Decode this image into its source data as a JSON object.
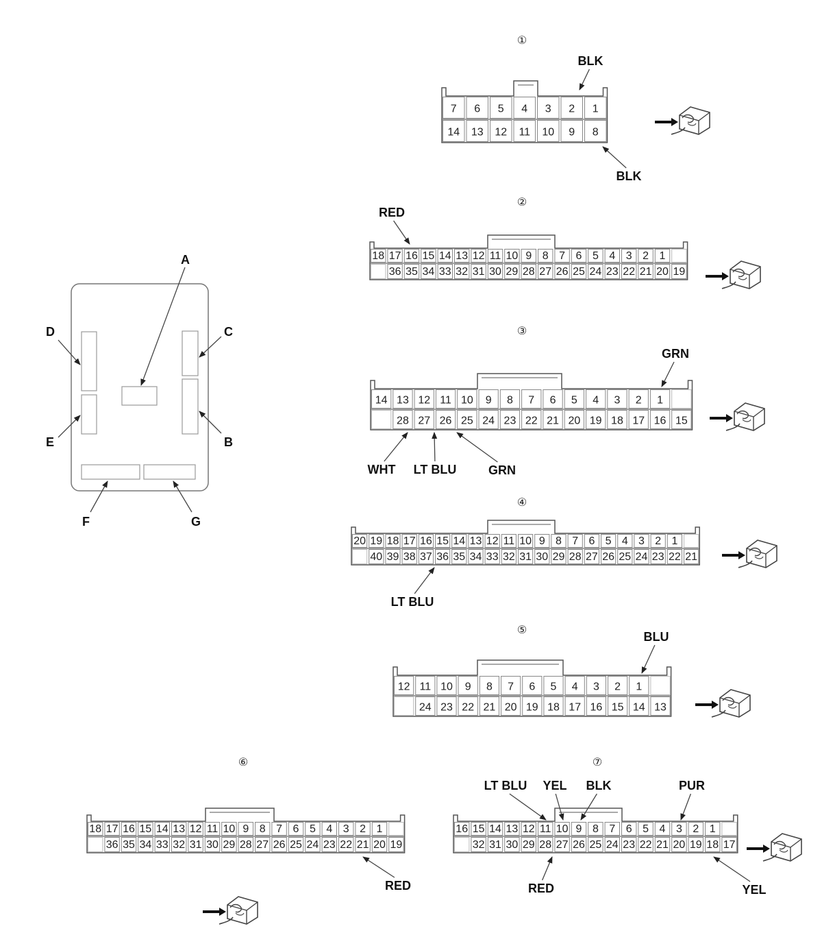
{
  "locator": {
    "labels": {
      "A": "A",
      "B": "B",
      "C": "C",
      "D": "D",
      "E": "E",
      "F": "F",
      "G": "G"
    }
  },
  "connectors": [
    {
      "id": "①",
      "top_row": [
        "7",
        "6",
        "5",
        "4",
        "3",
        "2",
        "1"
      ],
      "bottom_row": [
        "14",
        "13",
        "12",
        "11",
        "10",
        "9",
        "8"
      ],
      "wires": [
        {
          "pin": "2",
          "color": "BLK"
        },
        {
          "pin": "8",
          "color": "BLK"
        }
      ]
    },
    {
      "id": "②",
      "top_row": [
        "18",
        "17",
        "16",
        "15",
        "14",
        "13",
        "12",
        "11",
        "10",
        "9",
        "8",
        "7",
        "6",
        "5",
        "4",
        "3",
        "2",
        "1",
        ""
      ],
      "bottom_row": [
        "",
        "36",
        "35",
        "34",
        "33",
        "32",
        "31",
        "30",
        "29",
        "28",
        "27",
        "26",
        "25",
        "24",
        "23",
        "22",
        "21",
        "20",
        "19"
      ],
      "wires": [
        {
          "pin": "16",
          "color": "RED"
        }
      ]
    },
    {
      "id": "③",
      "top_row": [
        "14",
        "13",
        "12",
        "11",
        "10",
        "9",
        "8",
        "7",
        "6",
        "5",
        "4",
        "3",
        "2",
        "1",
        ""
      ],
      "bottom_row": [
        "",
        "28",
        "27",
        "26",
        "25",
        "24",
        "23",
        "22",
        "21",
        "20",
        "19",
        "18",
        "17",
        "16",
        "15"
      ],
      "wires": [
        {
          "pin": "1",
          "color": "GRN"
        },
        {
          "pin": "27",
          "color": "WHT"
        },
        {
          "pin": "26",
          "color": "LT BLU"
        },
        {
          "pin": "25",
          "color": "GRN"
        }
      ]
    },
    {
      "id": "④",
      "top_row": [
        "20",
        "19",
        "18",
        "17",
        "16",
        "15",
        "14",
        "13",
        "12",
        "11",
        "10",
        "9",
        "8",
        "7",
        "6",
        "5",
        "4",
        "3",
        "2",
        "1",
        ""
      ],
      "bottom_row": [
        "",
        "40",
        "39",
        "38",
        "37",
        "36",
        "35",
        "34",
        "33",
        "32",
        "31",
        "30",
        "29",
        "28",
        "27",
        "26",
        "25",
        "24",
        "23",
        "22",
        "21"
      ],
      "wires": [
        {
          "pin": "36",
          "color": "LT BLU"
        }
      ]
    },
    {
      "id": "⑤",
      "top_row": [
        "12",
        "11",
        "10",
        "9",
        "8",
        "7",
        "6",
        "5",
        "4",
        "3",
        "2",
        "1",
        ""
      ],
      "bottom_row": [
        "",
        "24",
        "23",
        "22",
        "21",
        "20",
        "19",
        "18",
        "17",
        "16",
        "15",
        "14",
        "13"
      ],
      "wires": [
        {
          "pin": "1",
          "color": "BLU"
        }
      ]
    },
    {
      "id": "⑥",
      "top_row": [
        "18",
        "17",
        "16",
        "15",
        "14",
        "13",
        "12",
        "11",
        "10",
        "9",
        "8",
        "7",
        "6",
        "5",
        "4",
        "3",
        "2",
        "1",
        ""
      ],
      "bottom_row": [
        "",
        "36",
        "35",
        "34",
        "33",
        "32",
        "31",
        "30",
        "29",
        "28",
        "27",
        "26",
        "25",
        "24",
        "23",
        "22",
        "21",
        "20",
        "19"
      ],
      "wires": [
        {
          "pin": "21",
          "color": "RED"
        }
      ]
    },
    {
      "id": "⑦",
      "top_row": [
        "16",
        "15",
        "14",
        "13",
        "12",
        "11",
        "10",
        "9",
        "8",
        "7",
        "6",
        "5",
        "4",
        "3",
        "2",
        "1",
        ""
      ],
      "bottom_row": [
        "",
        "32",
        "31",
        "30",
        "29",
        "28",
        "27",
        "26",
        "25",
        "24",
        "23",
        "22",
        "21",
        "20",
        "19",
        "18",
        "17"
      ],
      "wires": [
        {
          "pin": "11",
          "color": "LT BLU"
        },
        {
          "pin": "10",
          "color": "YEL"
        },
        {
          "pin": "9",
          "color": "BLK"
        },
        {
          "pin": "3",
          "color": "PUR"
        },
        {
          "pin": "27",
          "color": "RED"
        },
        {
          "pin": "18",
          "color": "YEL"
        }
      ]
    }
  ]
}
